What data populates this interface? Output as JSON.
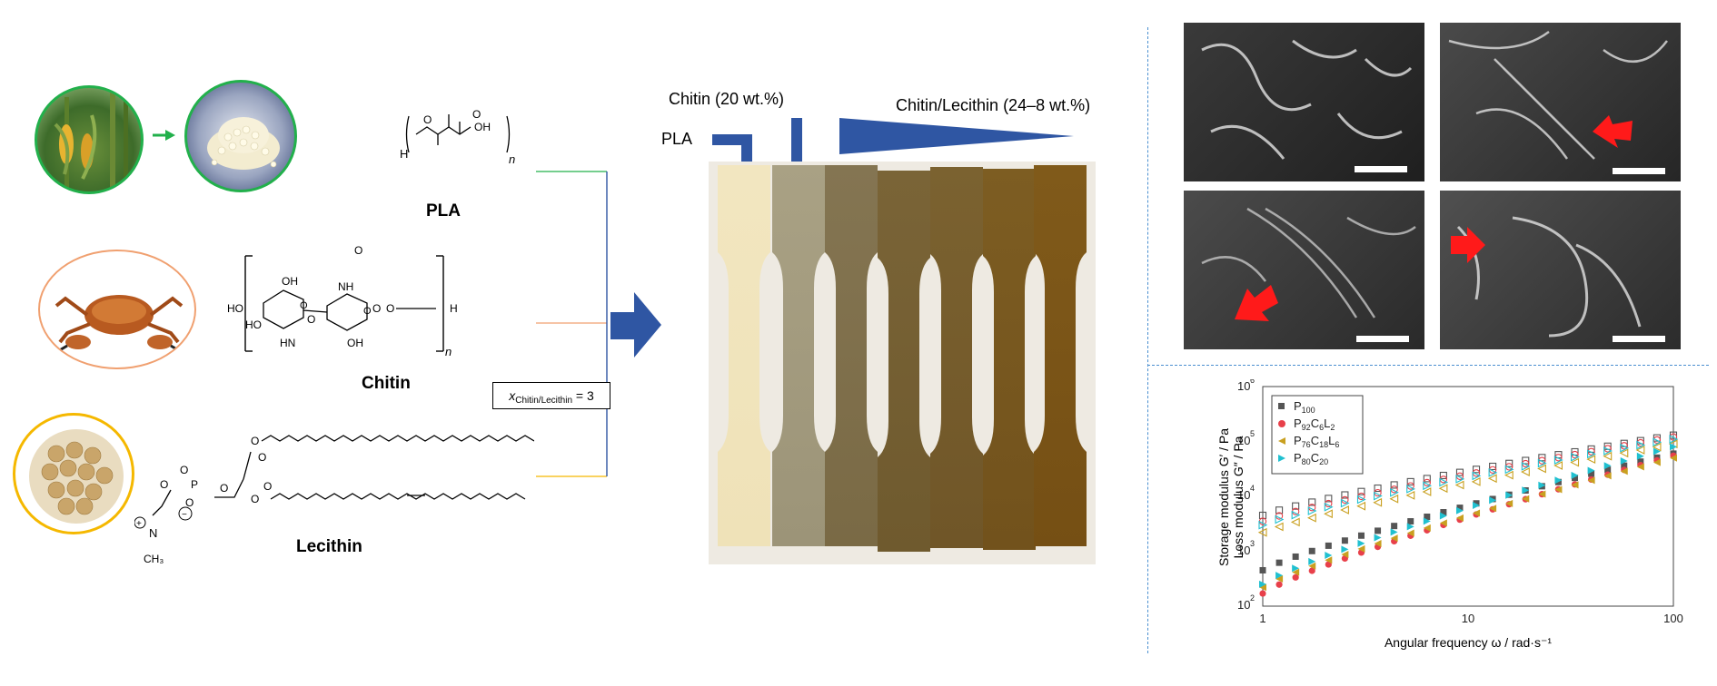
{
  "labels": {
    "pla": "PLA",
    "chitin": "Chitin",
    "lecithin": "Lecithin",
    "chitin_20": "Chitin (20 wt.%)",
    "chitin_lecithin_range": "Chitin/Lecithin (24–8 wt.%)",
    "pla_arrow": "PLA",
    "ratio_x": "x",
    "ratio_sub": "Chitin/Lecithin",
    "ratio_val": " = 3"
  },
  "colors": {
    "green": "#22b04b",
    "orange": "#f0a070",
    "gold": "#f5b800",
    "blue": "#2f56a3",
    "red": "#ff1a1a",
    "dashed": "#4a8fd0"
  },
  "chart_data": {
    "type": "scatter",
    "x_scale": "log",
    "y_scale": "log",
    "xlim": [
      1,
      100
    ],
    "ylim": [
      100,
      1000000
    ],
    "x_ticks": [
      "1",
      "10",
      "100"
    ],
    "y_ticks": [
      "10",
      "2",
      "10",
      "3",
      "10",
      "4",
      "10",
      "5",
      "10",
      "6"
    ],
    "xlabel": "Angular frequency ω / rad·s⁻¹",
    "ylabel_1": "Storage modulus G′ / Pa",
    "ylabel_2": "Loss modulus G″ / Pa",
    "legend_position": "top-left",
    "legend": [
      {
        "base": "P",
        "sub": "100",
        "rest": ""
      },
      {
        "base": "P",
        "sub": "92",
        "rest": "C6L2"
      },
      {
        "base": "P",
        "sub": "76",
        "rest": "C18L6"
      },
      {
        "base": "P",
        "sub": "80",
        "rest": "C20"
      }
    ],
    "series": [
      {
        "name": "P100 G′",
        "color": "#555555",
        "marker": "square-filled",
        "y_start": 450,
        "y_end": 60000
      },
      {
        "name": "P100 G″",
        "color": "#555555",
        "marker": "square-open",
        "y_start": 4500,
        "y_end": 130000
      },
      {
        "name": "P92C6L2 G′",
        "color": "#e8404a",
        "marker": "circle-filled",
        "y_start": 170,
        "y_end": 55000
      },
      {
        "name": "P92C6L2 G″",
        "color": "#e8404a",
        "marker": "circle-open",
        "y_start": 3500,
        "y_end": 120000
      },
      {
        "name": "P76C18L6 G′",
        "color": "#c9a020",
        "marker": "triangle-left-filled",
        "y_start": 220,
        "y_end": 50000
      },
      {
        "name": "P76C18L6 G″",
        "color": "#c9a020",
        "marker": "triangle-left-open",
        "y_start": 2200,
        "y_end": 90000
      },
      {
        "name": "P80C20 G′",
        "color": "#20c0d0",
        "marker": "triangle-right-filled",
        "y_start": 250,
        "y_end": 80000
      },
      {
        "name": "P80C20 G″",
        "color": "#20c0d0",
        "marker": "triangle-right-open",
        "y_start": 3000,
        "y_end": 110000
      }
    ]
  }
}
